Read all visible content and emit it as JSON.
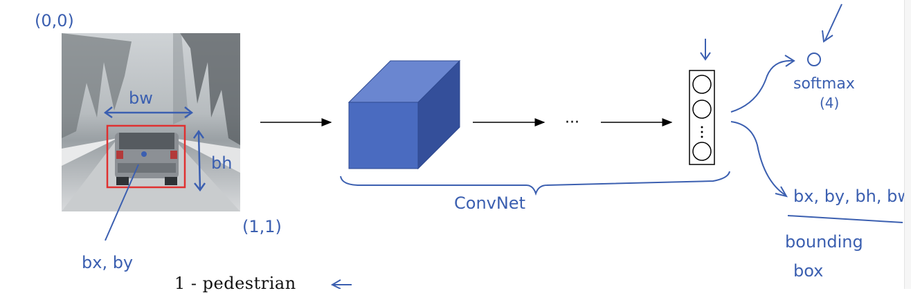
{
  "annotations": {
    "origin": "(0,0)",
    "corner": "(1,1)",
    "bw": "bw",
    "bh": "bh",
    "center": "bx, by",
    "convnet": "ConvNet",
    "softmax": "softmax",
    "softmax_count": "(4)",
    "box_params": "bx, by, bh, bw",
    "bounding": "bounding",
    "box": "box",
    "ellipsis": "···"
  },
  "class_list": {
    "first_item": "1 - pedestrian"
  },
  "colors": {
    "ink": "#3b5fb0",
    "cube_front": "#4a6bc0",
    "cube_top": "#6a86d0",
    "cube_side": "#344f9a",
    "bbox": "#e03030"
  },
  "icons": {
    "neuron_column": "output-neuron-column-icon",
    "scene": "car-photo"
  }
}
